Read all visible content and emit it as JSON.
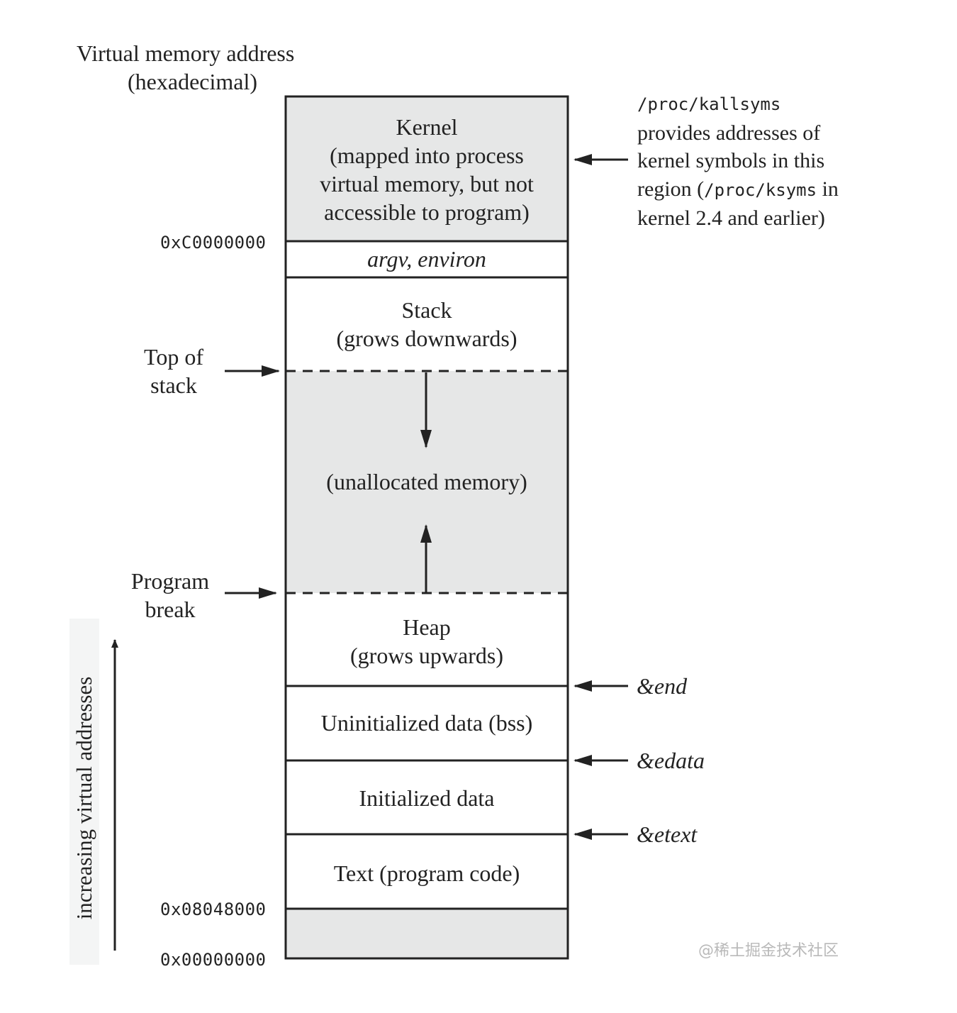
{
  "header": {
    "line1": "Virtual memory address",
    "line2": "(hexadecimal)"
  },
  "segments": {
    "kernel": [
      "Kernel",
      "(mapped into process",
      "virtual memory, but not",
      "accessible to program)"
    ],
    "argv": "argv, environ",
    "stack": [
      "Stack",
      "(grows downwards)"
    ],
    "unallocated": "(unallocated memory)",
    "heap": [
      "Heap",
      "(grows upwards)"
    ],
    "bss": "Uninitialized data (bss)",
    "initialized": "Initialized data",
    "text": "Text (program code)"
  },
  "addresses": {
    "kernel_start": "0xC0000000",
    "text_start": "0x08048000",
    "zero": "0x00000000"
  },
  "left_labels": {
    "top_of_stack": [
      "Top of",
      "stack"
    ],
    "program_break": [
      "Program",
      "break"
    ],
    "increasing": "increasing virtual addresses"
  },
  "right_labels": {
    "kallsyms_path": "/proc/kallsyms",
    "kallsyms_desc1": "provides addresses of",
    "kallsyms_desc2": "kernel symbols in this",
    "kallsyms_desc3_a": "region (",
    "ksyms_path": "/proc/ksyms",
    "kallsyms_desc3_b": " in",
    "kallsyms_desc4": "kernel 2.4 and earlier)",
    "end": "&end",
    "edata": "&edata",
    "etext": "&etext"
  },
  "watermark": "@稀土掘金技术社区",
  "colors": {
    "shaded": "#e6e7e7",
    "line": "#222222"
  }
}
